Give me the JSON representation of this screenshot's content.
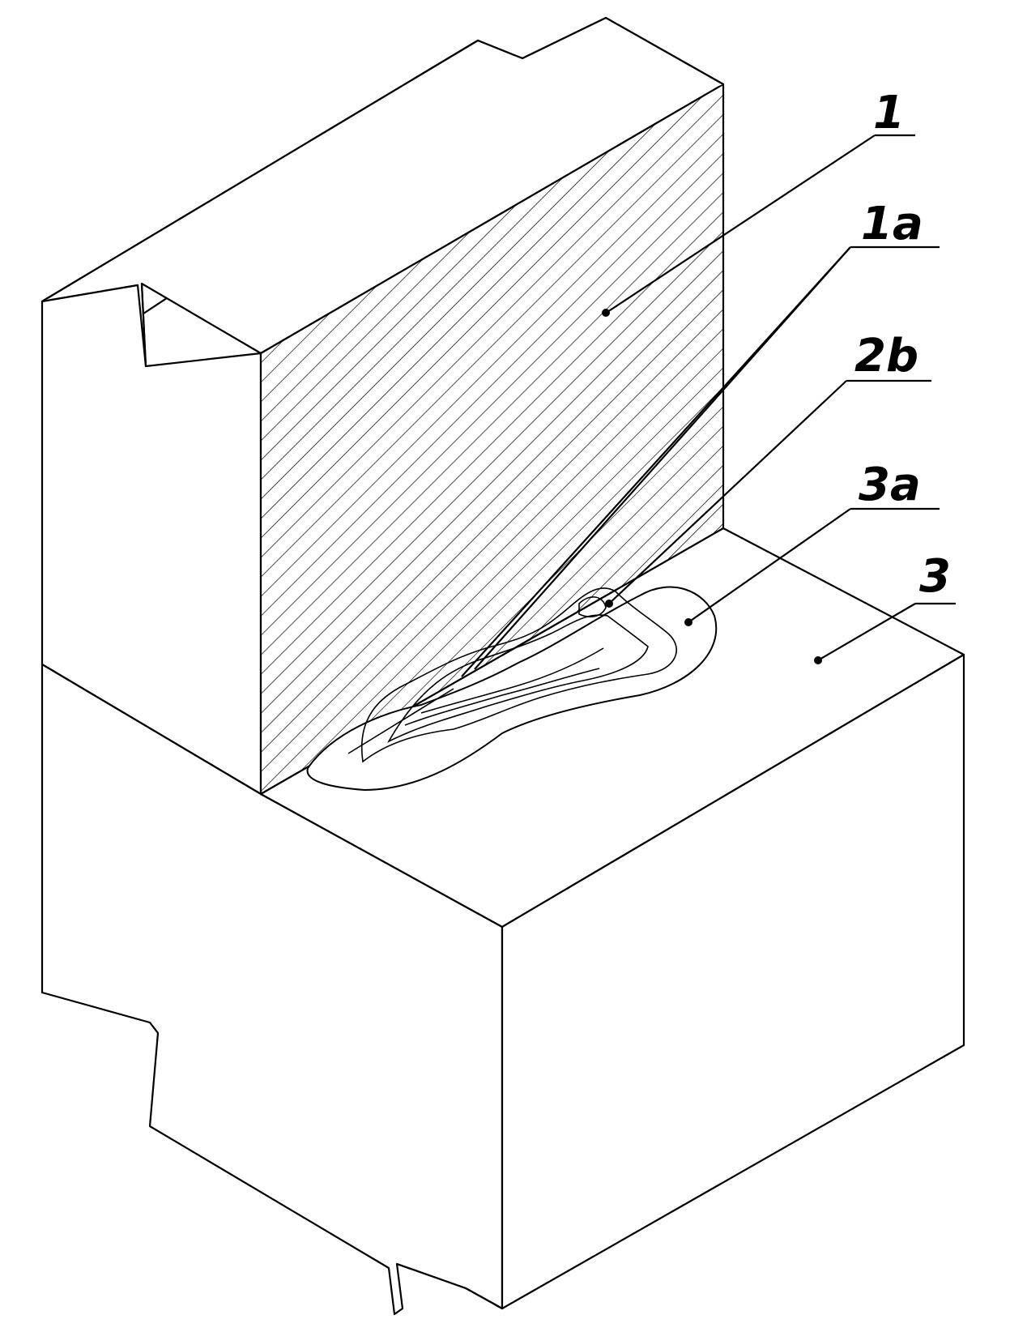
{
  "callouts": {
    "label_1": "1",
    "label_1a": "1a",
    "label_2b": "2b",
    "label_3a": "3a",
    "label_3": "3"
  }
}
